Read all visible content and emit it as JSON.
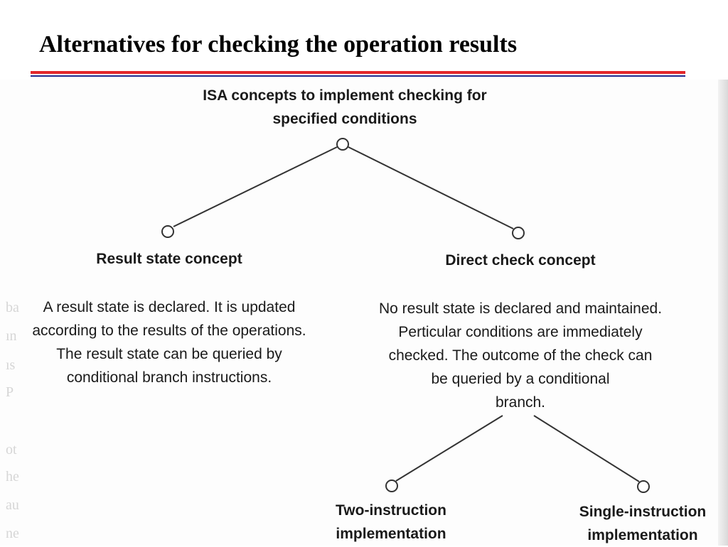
{
  "slide": {
    "title": "Alternatives for checking the operation results"
  },
  "diagram": {
    "root": {
      "line1": "ISA concepts to implement checking for",
      "line2": "specified conditions"
    },
    "left": {
      "heading": "Result state concept",
      "desc": [
        "A result state is declared. It is updated",
        "according to the results of the operations.",
        "The result state can be queried by",
        "conditional branch instructions."
      ]
    },
    "right": {
      "heading": "Direct check concept",
      "desc": [
        "No result state is declared and maintained.",
        "Perticular conditions are immediately",
        "checked. The outcome of the check can",
        "be queried by a conditional",
        "branch."
      ]
    },
    "sub_left": {
      "line1": "Two-instruction",
      "line2": "implementation"
    },
    "sub_right": {
      "line1": "Single-instruction",
      "line2": "implementation"
    }
  },
  "colors": {
    "title_rule_red": "#e3262b",
    "title_rule_blue": "#1f2a8f",
    "line_color": "#333333"
  }
}
